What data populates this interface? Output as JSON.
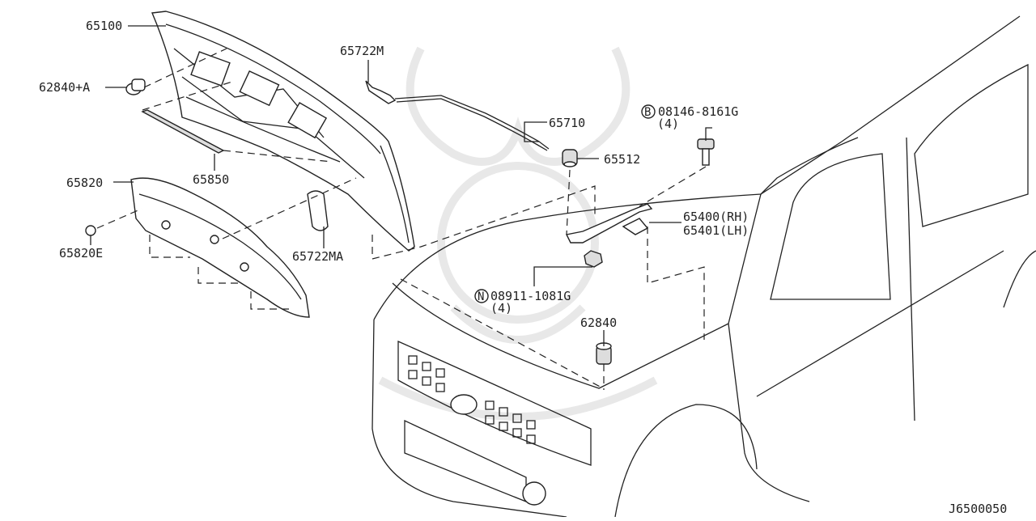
{
  "diagram": {
    "code": "J6500050",
    "labels": {
      "hood": "65100",
      "hood_bumper_a": "62840+A",
      "hood_seal": "65850",
      "insulator": "65820",
      "insulator_clip": "65820E",
      "support_rod_grommet": "65722M",
      "support_rod_clip": "65722MA",
      "support_rod": "65710",
      "rod_holder": "65512",
      "bolt": "08146-8161G",
      "bolt_qty": "(4)",
      "bolt_symbol": "B",
      "hinge_rh": "65400(RH)",
      "hinge_lh": "65401(LH)",
      "nut": "08911-1081G",
      "nut_qty": "(4)",
      "nut_symbol": "N",
      "bumper": "62840"
    }
  }
}
